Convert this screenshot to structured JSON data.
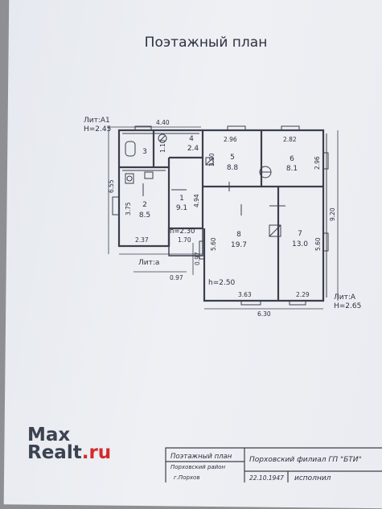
{
  "title": "Поэтажный план",
  "lit_a1": "Лит:А1",
  "h_a1": "Н=2.45",
  "lit_a": "Лит:А",
  "h_a": "Н=2.65",
  "lit_a_small": "Лит:а",
  "h_mid": "h=2.30",
  "h_low": "h=2.50",
  "dims": {
    "top_440": "4.40",
    "side_655": "6.55",
    "d_110": "1.10",
    "d_375": "3.75",
    "d_237": "2.37",
    "d_170": "1.70",
    "d_494": "4.94",
    "d_097v": "0.97",
    "d_097h": "0.97",
    "d_296": "2.96",
    "d_282": "2.82",
    "d_300": "3.00",
    "d_296v": "2.96",
    "d_920": "9.20",
    "d_560a": "5.60",
    "d_560b": "5.60",
    "d_363": "3.63",
    "d_229": "2.29",
    "d_630": "6.30"
  },
  "rooms": [
    {
      "num": "1",
      "area": "9.1"
    },
    {
      "num": "2",
      "area": "8.5"
    },
    {
      "num": "3",
      "area": ""
    },
    {
      "num": "4",
      "area": "2.4"
    },
    {
      "num": "5",
      "area": "8.8"
    },
    {
      "num": "6",
      "area": "8.1"
    },
    {
      "num": "7",
      "area": "13.0"
    },
    {
      "num": "8",
      "area": "19.7"
    }
  ],
  "stamp": {
    "c1": "Поэтажный план",
    "c2": "Порховский филиал ГП \"БТИ\"",
    "c3": "Порховский район",
    "c4": "г.Порхов",
    "c5": "22.10.1947",
    "c6": "исполнил"
  },
  "watermark": {
    "max": "Max",
    "realt": "Realt",
    "ru": ".ru"
  }
}
